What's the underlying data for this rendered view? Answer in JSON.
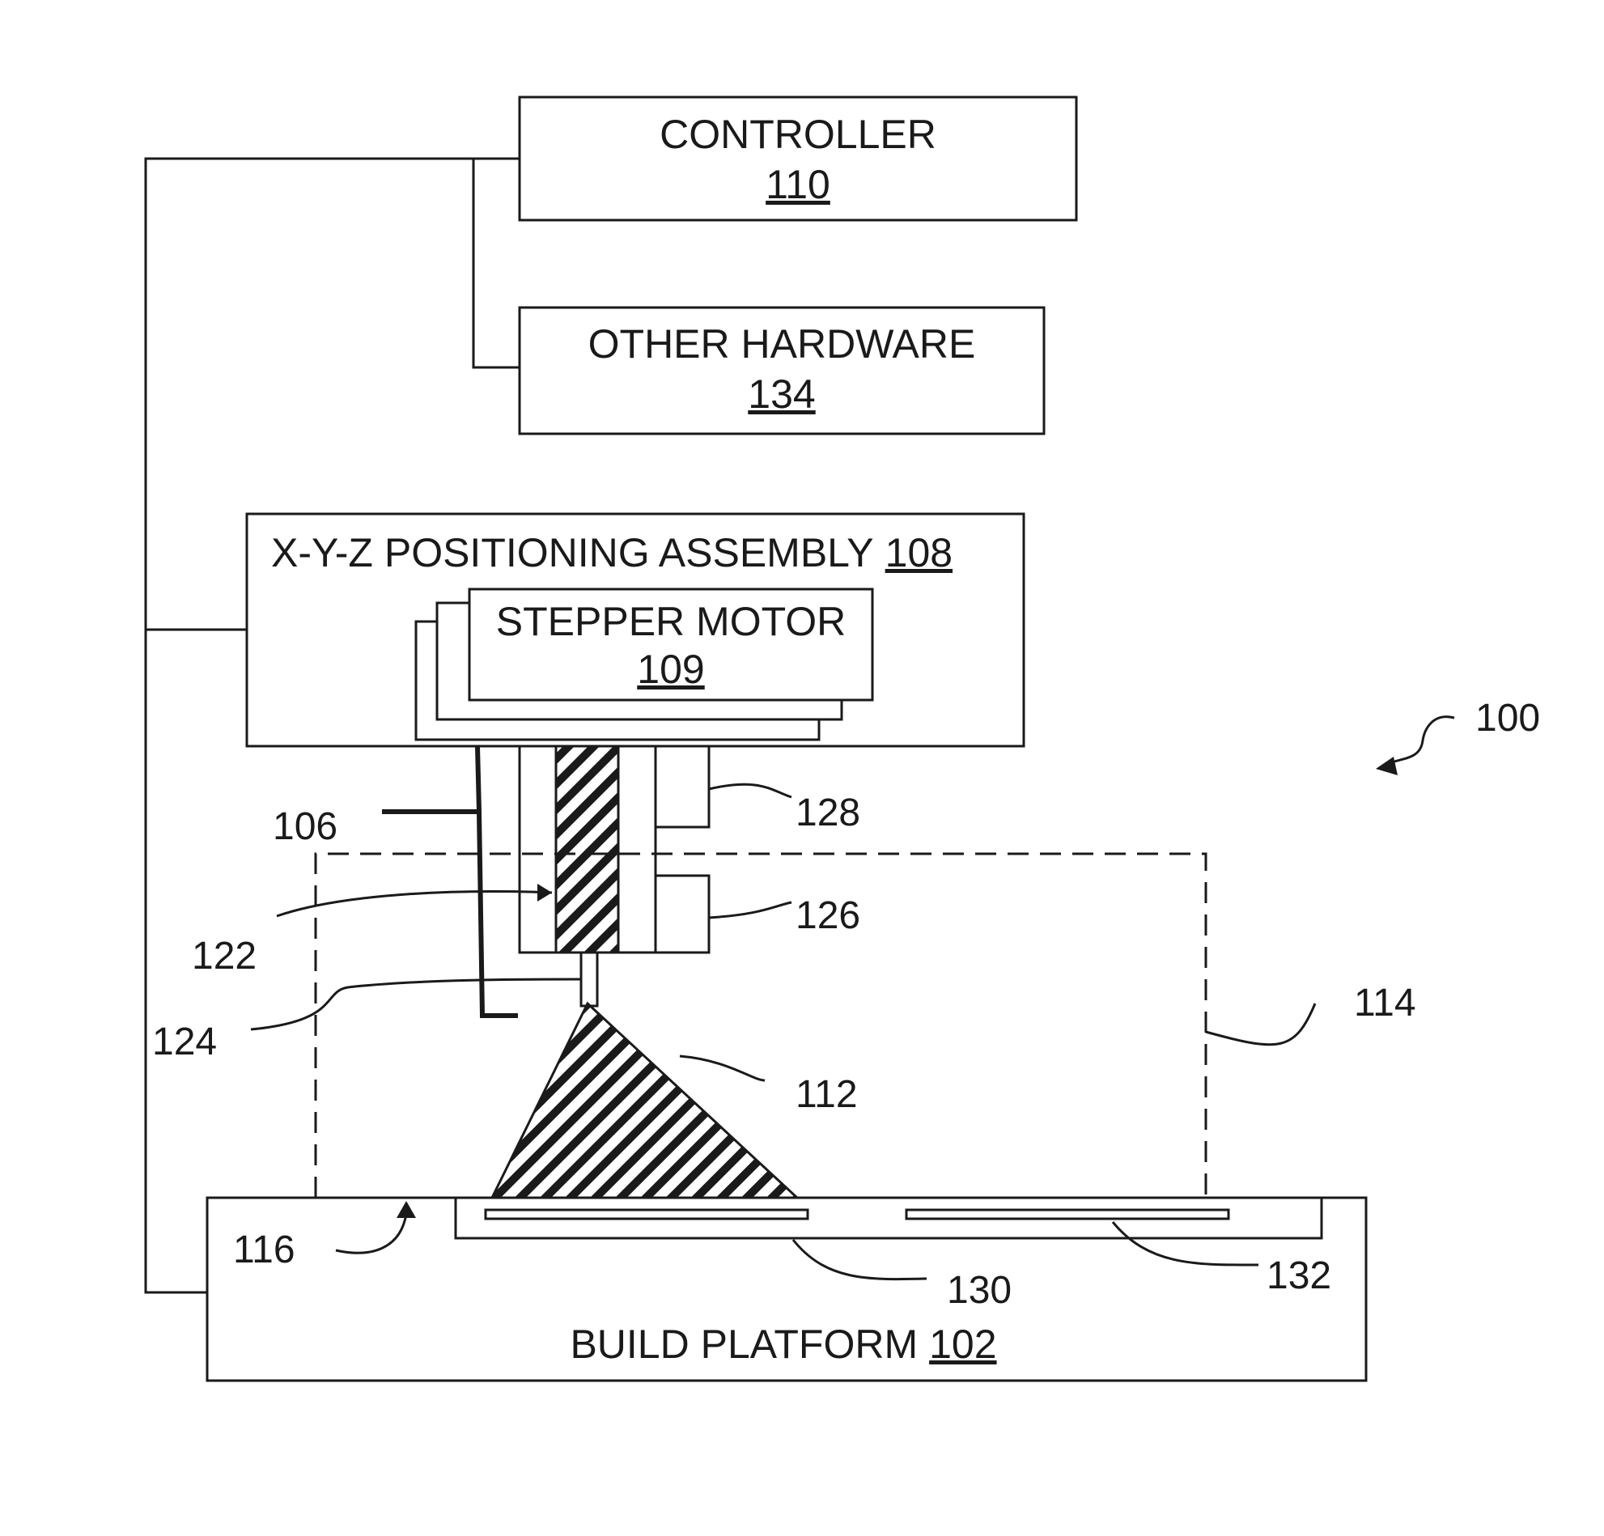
{
  "figure_number": "100",
  "controller": {
    "name": "CONTROLLER",
    "ref": "110"
  },
  "other_hardware": {
    "name": "OTHER HARDWARE",
    "ref": "134"
  },
  "positioning_assembly": {
    "name": "X-Y-Z POSITIONING ASSEMBLY",
    "ref": "108"
  },
  "stepper_motor": {
    "name": "STEPPER MOTOR",
    "ref": "109"
  },
  "build_platform": {
    "name": "BUILD  PLATFORM",
    "ref": "102"
  },
  "reference_numerals": {
    "bracket": "106",
    "feedstock": "122",
    "nozzle": "124",
    "upper_module": "128",
    "lower_module": "126",
    "build_volume": "114",
    "object": "112",
    "build_surface": "116",
    "left_plate": "130",
    "right_plate": "132"
  }
}
